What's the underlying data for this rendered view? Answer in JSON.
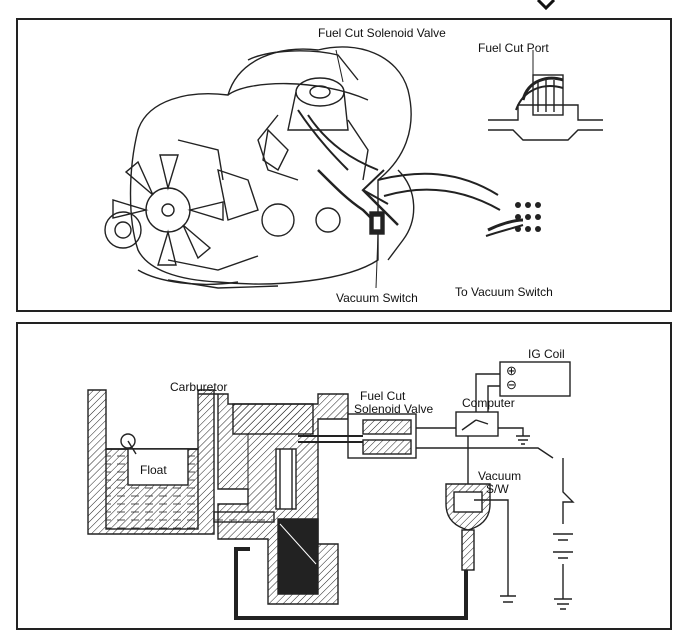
{
  "top_diagram": {
    "labels": {
      "fuel_cut_solenoid_valve": "Fuel Cut Solenoid Valve",
      "fuel_cut_port": "Fuel Cut Port",
      "vacuum_switch": "Vacuum Switch",
      "to_vacuum_switch": "To Vacuum Switch"
    }
  },
  "bottom_diagram": {
    "labels": {
      "carburetor": "Carburetor",
      "float": "Float",
      "fuel_cut_solenoid_valve_line1": "Fuel Cut",
      "fuel_cut_solenoid_valve_line2": "Solenoid Valve",
      "computer": "Computer",
      "ig_coil": "IG Coil",
      "vacuum_sw_line1": "Vacuum",
      "vacuum_sw_line2": "S/W"
    },
    "symbols": {
      "plus": "⊕",
      "minus": "⊖"
    }
  }
}
